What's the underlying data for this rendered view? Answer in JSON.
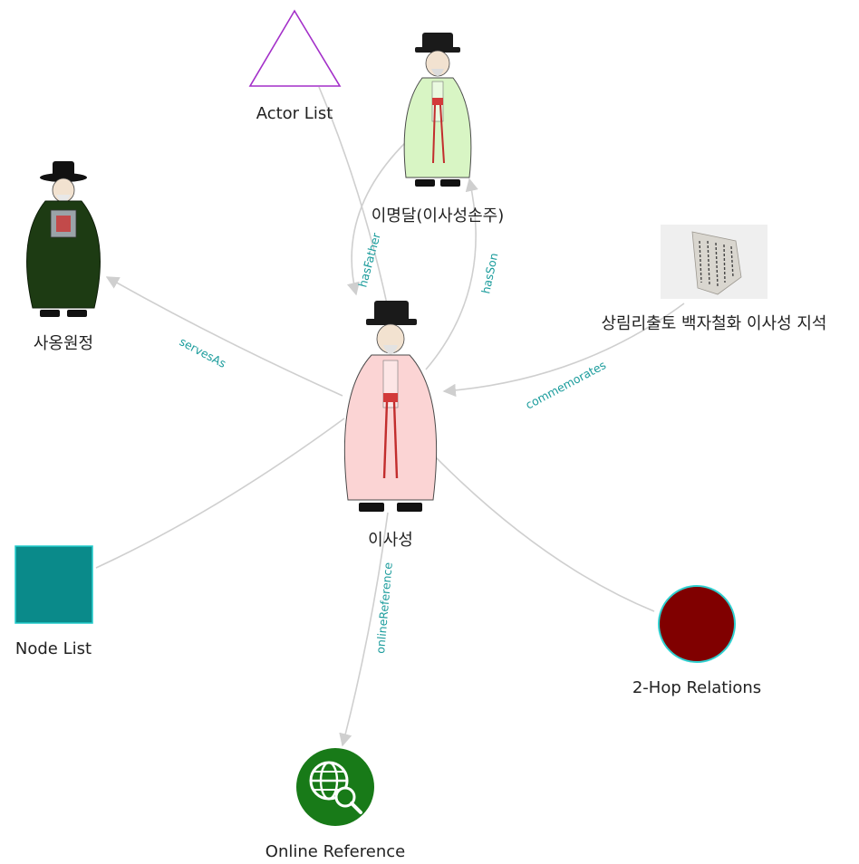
{
  "colors": {
    "edge": "#cfcfcf",
    "edge_label": "#1b9c9c",
    "actor_list_triangle": "#a32fc9",
    "node_list_square": "#0a8a8a",
    "two_hop_circle": "#800000",
    "online_reference_globe": "#187a18"
  },
  "nodes": {
    "center": {
      "label": "이사성",
      "icon": "scholar-pink-robe-icon"
    },
    "grandson": {
      "label": "이명달(이사성손주)",
      "icon": "scholar-green-robe-icon"
    },
    "office": {
      "label": "사옹원정",
      "icon": "official-dark-robe-icon"
    },
    "relic": {
      "label": "상림리출토 백자철화 이사성 지석",
      "icon": "epitaph-stone-icon"
    },
    "actor_list": {
      "label": "Actor List",
      "icon": "triangle-icon"
    },
    "node_list": {
      "label": "Node List",
      "icon": "square-icon"
    },
    "two_hop": {
      "label": "2-Hop Relations",
      "icon": "circle-icon"
    },
    "online_reference": {
      "label": "Online Reference",
      "icon": "globe-search-icon"
    }
  },
  "edges": {
    "has_father": {
      "label": "hasFather"
    },
    "has_son": {
      "label": "hasSon"
    },
    "serves_as": {
      "label": "servesAs"
    },
    "commemorates": {
      "label": "commemorates"
    },
    "online_reference": {
      "label": "onlineReference"
    }
  }
}
